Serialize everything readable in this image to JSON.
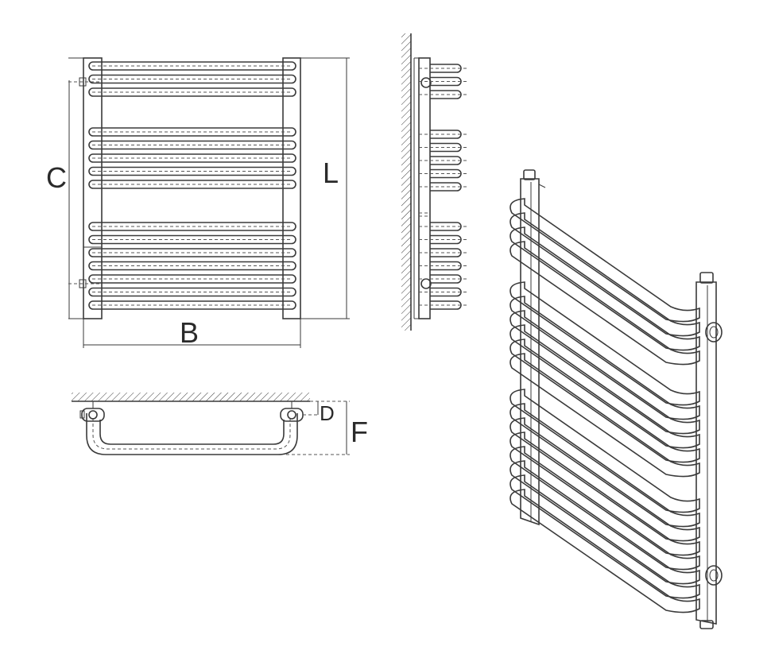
{
  "labels": {
    "C": "C",
    "L": "L",
    "B": "B",
    "D": "D",
    "F": "F"
  },
  "front_view": {
    "tube_groups": [
      3,
      5,
      7
    ]
  },
  "side_view": {
    "tube_groups": [
      3,
      5,
      7
    ]
  },
  "iso_view": {
    "tube_groups": [
      4,
      6,
      8
    ]
  },
  "colors": {
    "line": "#3a3a3a",
    "background": "#ffffff"
  }
}
